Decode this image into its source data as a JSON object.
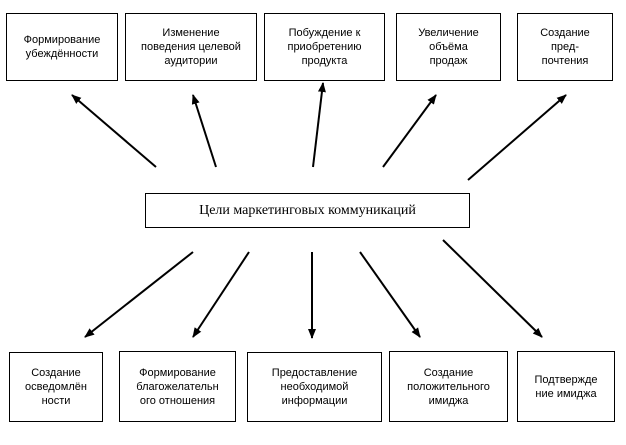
{
  "center": {
    "label": "Цели маркетинговых коммуникаций"
  },
  "top_boxes": [
    {
      "label": "Формирование\nубеждённости"
    },
    {
      "label": "Изменение\nповедения целевой\nаудитории"
    },
    {
      "label": "Побуждение к\nприобретению\nпродукта"
    },
    {
      "label": "Увеличение\nобъёма\nпродаж"
    },
    {
      "label": "Создание\nпред-\nпочтения"
    }
  ],
  "bottom_boxes": [
    {
      "label": "Создание\nосведомлён\nности"
    },
    {
      "label": "Формирование\nблагожелательн\nого отношения"
    },
    {
      "label": "Предоставление\nнеобходимой\nинформации"
    },
    {
      "label": "Создание\nположительного\nимиджа"
    },
    {
      "label": "Подтвержде\nние имиджа"
    }
  ]
}
